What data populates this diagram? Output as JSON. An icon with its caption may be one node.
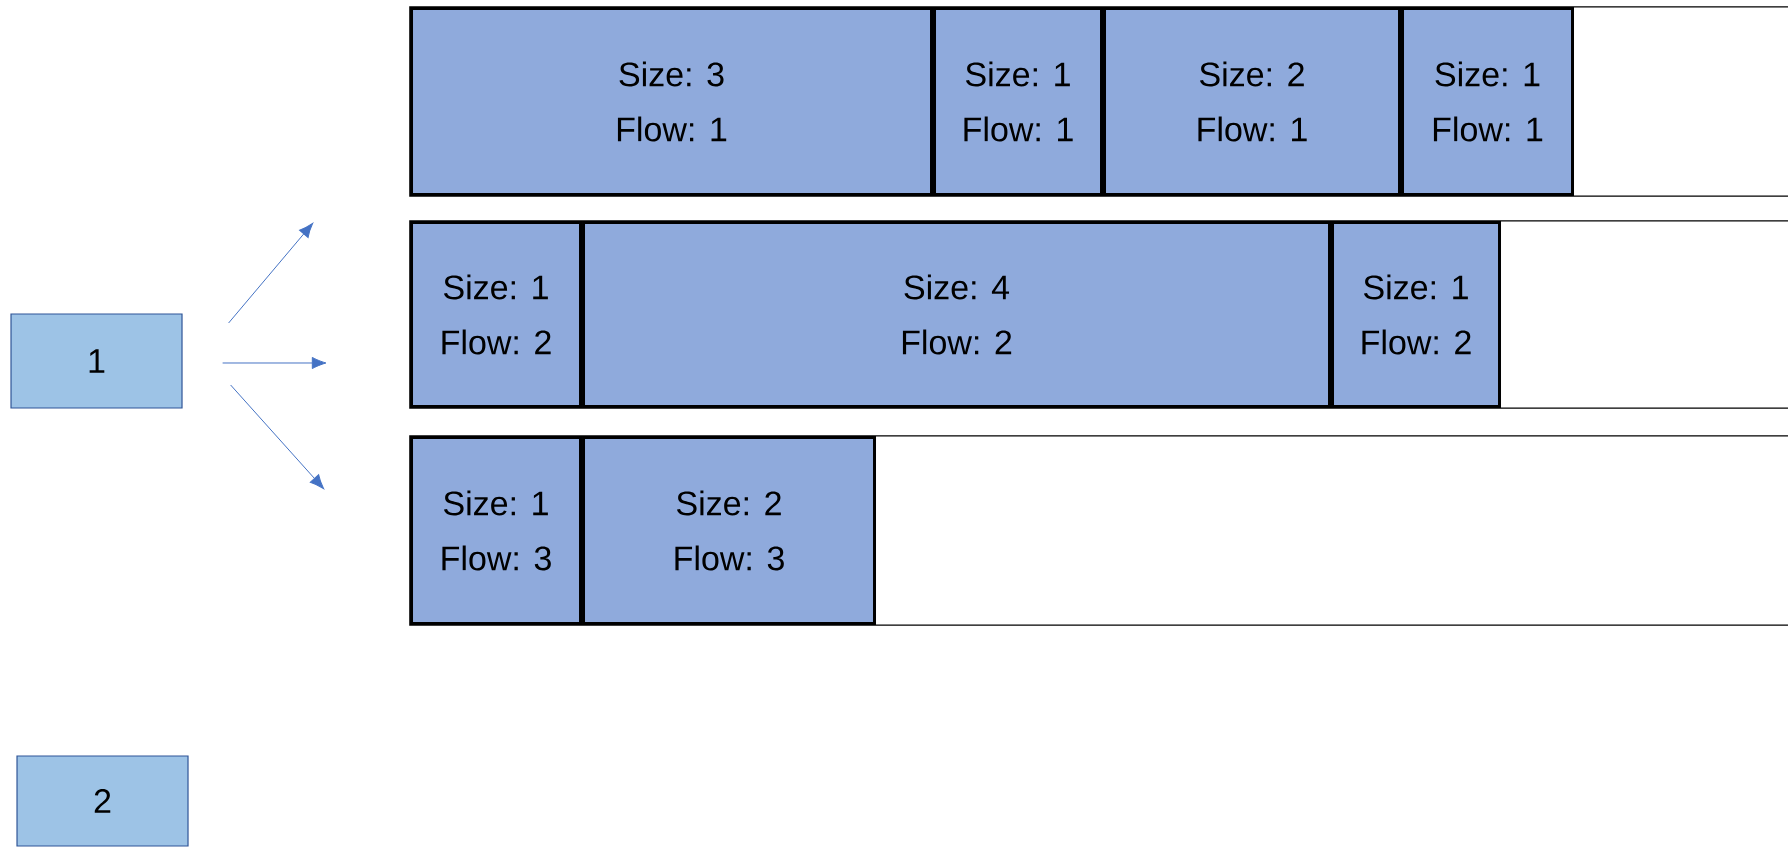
{
  "diagram": {
    "nodes": [
      {
        "text": [
          "1"
        ]
      },
      {
        "text": [],
        "shape": "box"
      },
      {
        "text": [
          "Size: 3",
          "Flow: 1"
        ],
        "in": 1
      },
      {
        "text": [
          "Size: 1",
          "Flow: 1"
        ],
        "in": 1
      },
      {
        "text": [
          "Size: 2",
          "Flow: 1"
        ],
        "in": 1
      },
      {
        "text": [
          "Size: 1",
          "Flow: 1"
        ],
        "in": 1
      },
      {
        "text": [],
        "shape": "box"
      },
      {
        "text": [
          "Size: 1",
          "Flow: 2"
        ],
        "in": 6
      },
      {
        "text": [
          "Size: 4",
          "Flow: 2"
        ],
        "in": 6
      },
      {
        "text": [
          "Size: 1",
          "Flow: 2"
        ],
        "in": 6
      },
      {
        "text": [],
        "shape": "box"
      },
      {
        "text": [
          "Size: 1",
          "Flow: 3"
        ],
        "in": 10
      },
      {
        "text": [
          "Size: 2",
          "Flow: 3"
        ],
        "in": 10
      },
      {
        "text": [
          "2"
        ]
      }
    ],
    "edges": [
      {
        "from": 0,
        "to": 1,
        "arrow": "to"
      },
      {
        "from": 0,
        "to": 6,
        "arrow": "to"
      },
      {
        "from": 0,
        "to": 10,
        "arrow": "to"
      }
    ]
  }
}
